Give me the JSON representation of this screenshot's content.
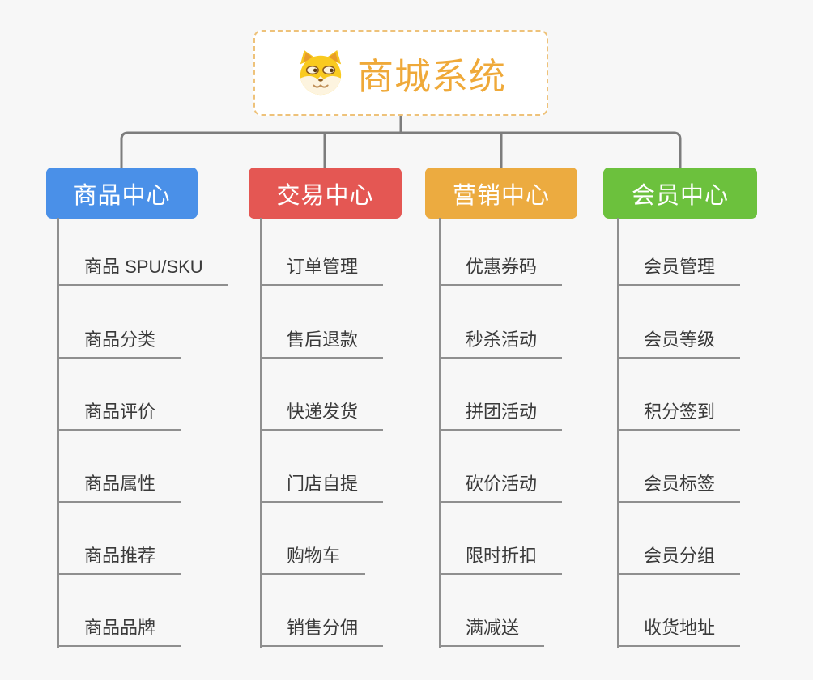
{
  "root": {
    "title": "商城系统",
    "icon": "dog-face-icon",
    "title_color": "#efa939",
    "border_color": "#eec27a"
  },
  "connector_color": "#7d7d7d",
  "branches": [
    {
      "label": "商品中心",
      "color": "#4a90e8",
      "children": [
        "商品 SPU/SKU",
        "商品分类",
        "商品评价",
        "商品属性",
        "商品推荐",
        "商品品牌"
      ]
    },
    {
      "label": "交易中心",
      "color": "#e45753",
      "children": [
        "订单管理",
        "售后退款",
        "快递发货",
        "门店自提",
        "购物车",
        "销售分佣"
      ]
    },
    {
      "label": "营销中心",
      "color": "#ecab40",
      "children": [
        "优惠券码",
        "秒杀活动",
        "拼团活动",
        "砍价活动",
        "限时折扣",
        "满减送"
      ]
    },
    {
      "label": "会员中心",
      "color": "#6cc13d",
      "children": [
        "会员管理",
        "会员等级",
        "积分签到",
        "会员标签",
        "会员分组",
        "收货地址"
      ]
    }
  ]
}
